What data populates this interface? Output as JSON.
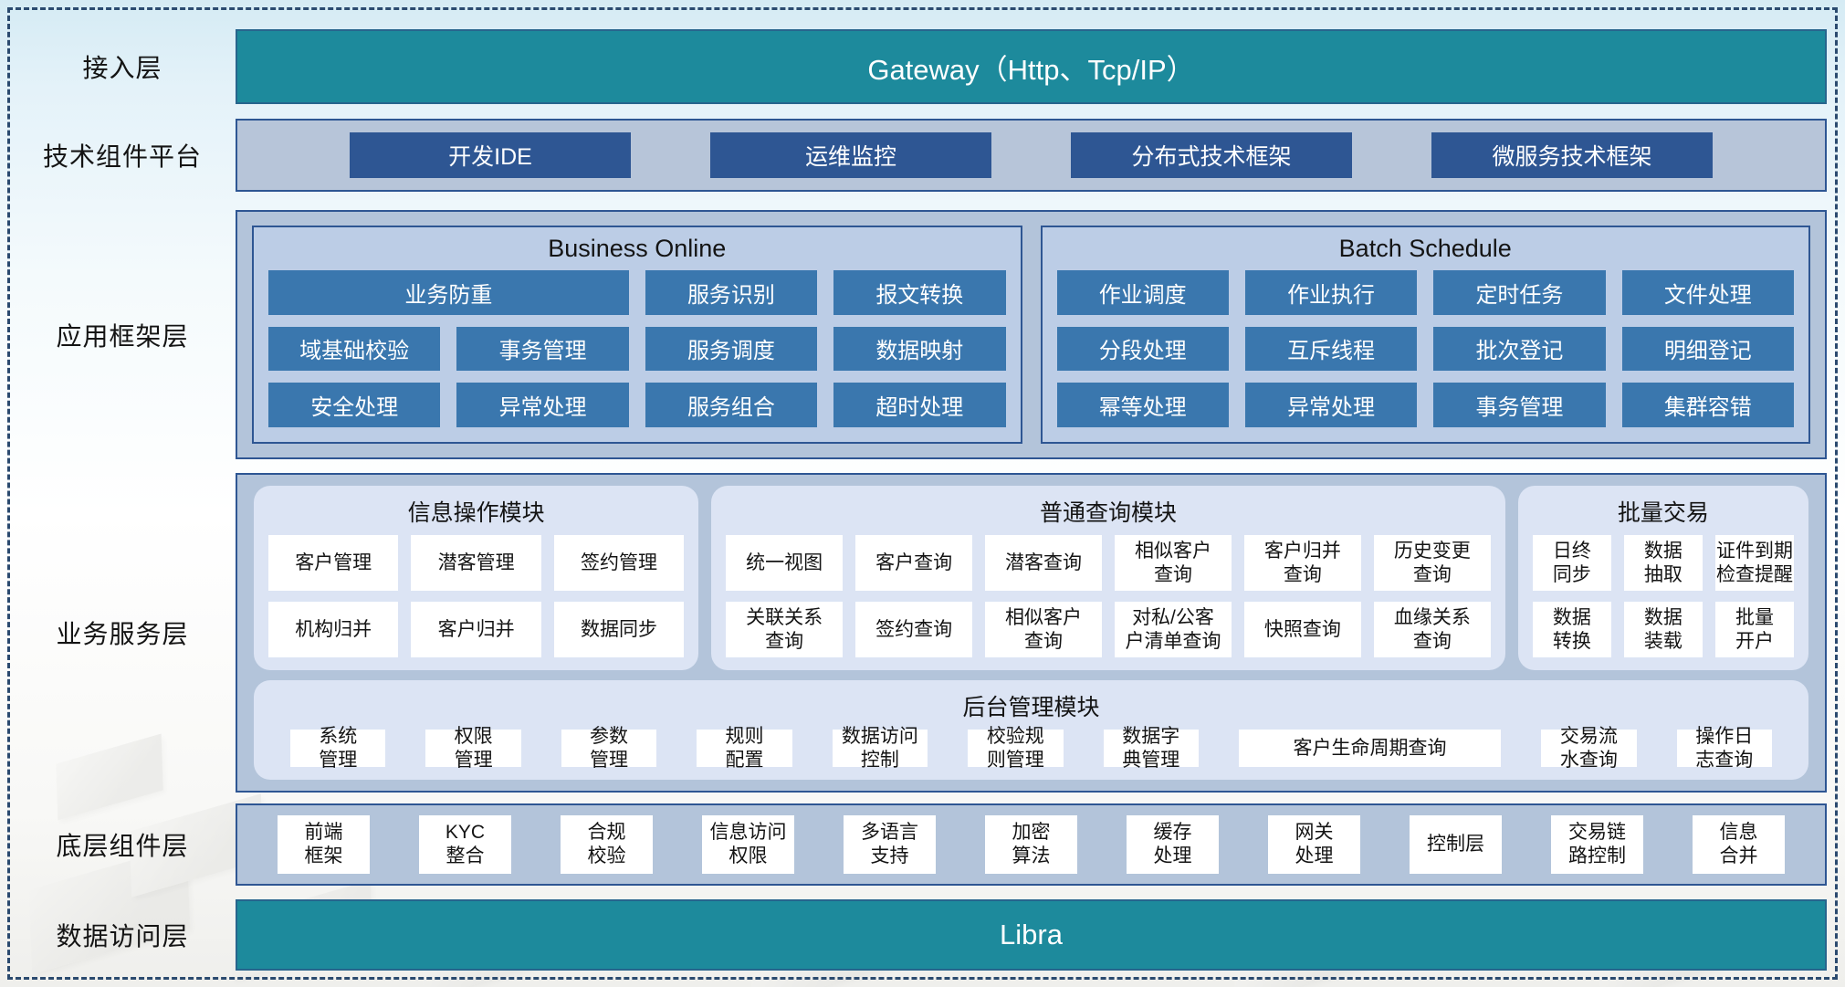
{
  "colors": {
    "teal": "#1d8a9c",
    "dark_blue": "#2e5693",
    "steel_blue": "#3a77ae",
    "container_fill": "#b3c4da",
    "inner_box_fill": "#bccde6",
    "panel_fill": "#dce4f4",
    "border": "#2e5693",
    "frame_dash": "#2b4a6f"
  },
  "layers": {
    "access": {
      "label": "接入层",
      "bar_text": "Gateway（Http、Tcp/IP）"
    },
    "tech": {
      "label": "技术组件平台",
      "buttons": [
        "开发IDE",
        "运维监控",
        "分布式技术框架",
        "微服务技术框架"
      ]
    },
    "app": {
      "label": "应用框架层",
      "groups": [
        {
          "title": "Business Online",
          "items": [
            {
              "text": "业务防重",
              "span": 2
            },
            {
              "text": "服务识别"
            },
            {
              "text": "报文转换"
            },
            {
              "text": "域基础校验"
            },
            {
              "text": "事务管理"
            },
            {
              "text": "服务调度"
            },
            {
              "text": "数据映射"
            },
            {
              "text": "安全处理"
            },
            {
              "text": "异常处理"
            },
            {
              "text": "服务组合"
            },
            {
              "text": "超时处理"
            }
          ]
        },
        {
          "title": "Batch Schedule",
          "items": [
            {
              "text": "作业调度"
            },
            {
              "text": "作业执行"
            },
            {
              "text": "定时任务"
            },
            {
              "text": "文件处理"
            },
            {
              "text": "分段处理"
            },
            {
              "text": "互斥线程"
            },
            {
              "text": "批次登记"
            },
            {
              "text": "明细登记"
            },
            {
              "text": "幂等处理"
            },
            {
              "text": "异常处理"
            },
            {
              "text": "事务管理"
            },
            {
              "text": "集群容错"
            }
          ]
        }
      ]
    },
    "svc": {
      "label": "业务服务层",
      "panels": [
        {
          "title": "信息操作模块",
          "cols": 3,
          "flex": 482,
          "cells": [
            "客户管理",
            "潜客管理",
            "签约管理",
            "机构归并",
            "客户归并",
            "数据同步"
          ]
        },
        {
          "title": "普通查询模块",
          "cols": 6,
          "flex": 887,
          "cells": [
            "统一视图",
            "客户查询",
            "潜客查询",
            "相似客户\n查询",
            "客户归并\n查询",
            "历史变更\n查询",
            "关联关系\n查询",
            "签约查询",
            "相似客户\n查询",
            "对私/公客\n户清单查询",
            "快照查询",
            "血缘关系\n查询"
          ]
        },
        {
          "title": "批量交易",
          "cols": 3,
          "flex": 303,
          "cells": [
            "日终\n同步",
            "数据\n抽取",
            "证件到期\n检查提醒",
            "数据\n转换",
            "数据\n装载",
            "批量\n开户"
          ]
        }
      ],
      "admin": {
        "title": "后台管理模块",
        "cells": [
          {
            "text": "系统\n管理"
          },
          {
            "text": "权限\n管理"
          },
          {
            "text": "参数\n管理"
          },
          {
            "text": "规则\n配置"
          },
          {
            "text": "数据访问\n控制"
          },
          {
            "text": "校验规\n则管理"
          },
          {
            "text": "数据字\n典管理"
          },
          {
            "text": "客户生命周期查询",
            "wide": true
          },
          {
            "text": "交易流\n水查询"
          },
          {
            "text": "操作日\n志查询"
          }
        ]
      }
    },
    "base": {
      "label": "底层组件层",
      "cells": [
        "前端\n框架",
        "KYC\n整合",
        "合规\n校验",
        "信息访问\n权限",
        "多语言\n支持",
        "加密\n算法",
        "缓存\n处理",
        "网关\n处理",
        "控制层",
        "交易链\n路控制",
        "信息\n合并"
      ]
    },
    "data_access": {
      "label": "数据访问层",
      "bar_text": "Libra"
    }
  }
}
